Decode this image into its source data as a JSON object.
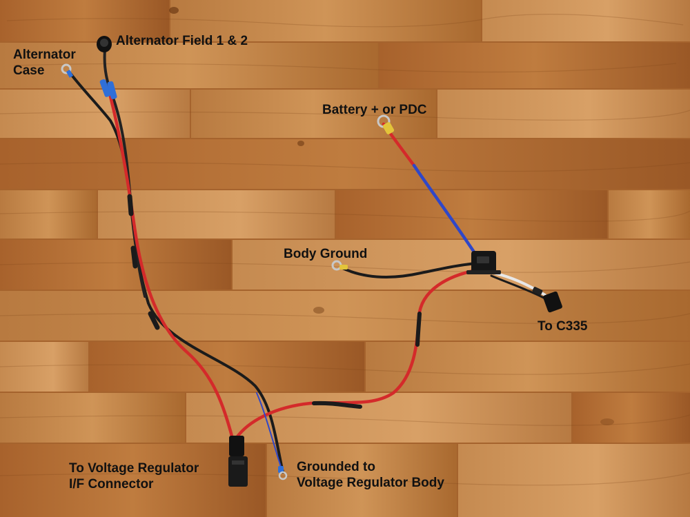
{
  "labels": {
    "alternator_case_line1": "Alternator",
    "alternator_case_line2": "Case",
    "alternator_field": "Alternator Field 1 & 2",
    "battery": "Battery + or PDC",
    "body_ground": "Body Ground",
    "to_c335": "To C335",
    "vr_line1": "To Voltage Regulator",
    "vr_line2": "I/F Connector",
    "grounded_line1": "Grounded to",
    "grounded_line2": "Voltage Regulator Body"
  },
  "colors": {
    "wood_light": "#c98a4e",
    "wood_mid": "#b06e36",
    "wood_dark": "#8a5226",
    "wire_red": "#d42a2a",
    "wire_black": "#1b1b1b",
    "wire_blue": "#2f47c8",
    "wire_white": "#e8e8e8",
    "terminal_blue": "#2f6fd8",
    "terminal_yellow": "#e3c43a",
    "relay_body": "#161616"
  }
}
